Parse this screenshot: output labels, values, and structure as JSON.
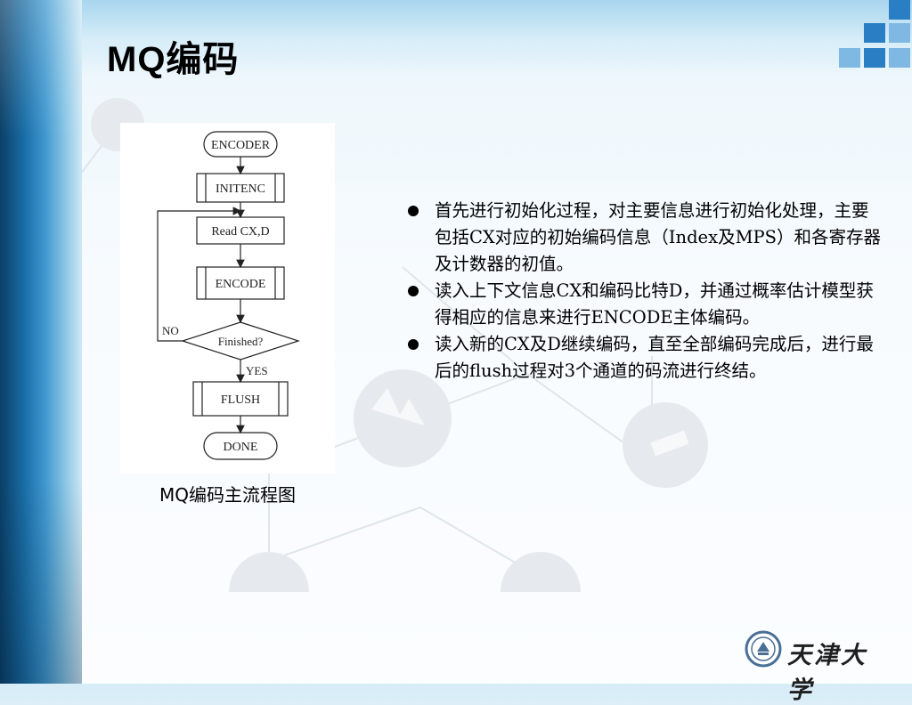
{
  "slide": {
    "title": "MQ编码",
    "caption": "MQ编码主流程图"
  },
  "flowchart": {
    "start": "ENCODER",
    "init": "INITENC",
    "read": "Read CX,D",
    "encode": "ENCODE",
    "decision": "Finished?",
    "no_label": "NO",
    "yes_label": "YES",
    "flush": "FLUSH",
    "end": "DONE"
  },
  "bullets": [
    "首先进行初始化过程，对主要信息进行初始化处理，主要包括CX对应的初始编码信息（Index及MPS）和各寄存器及计数器的初值。",
    "读入上下文信息CX和编码比特D，并通过概率估计模型获得相应的信息来进行ENCODE主体编码。",
    "读入新的CX及D继续编码，直至全部编码完成后，进行最后的flush过程对3个通道的码流进行终结。"
  ],
  "logo": {
    "text": "天津大学"
  },
  "colors": {
    "accent_blue": "#2a7fc4",
    "light_blue": "#7fb9e3"
  }
}
